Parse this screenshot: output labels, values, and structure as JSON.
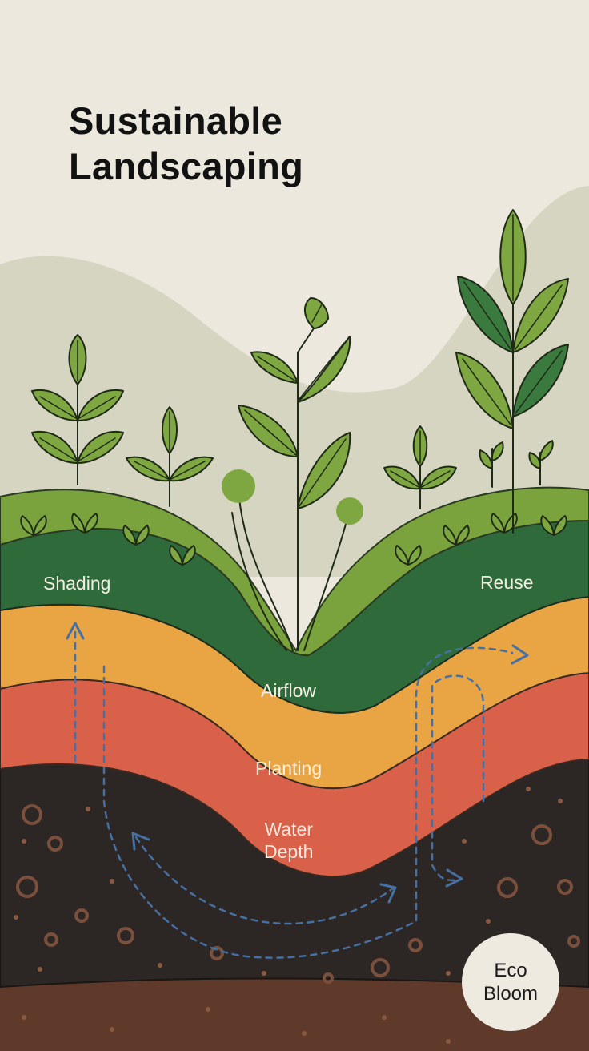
{
  "title": {
    "line1": "Sustainable",
    "line2": "Landscaping"
  },
  "labels": {
    "shading": "Shading",
    "reuse": "Reuse",
    "airflow": "Airflow",
    "planting": "Planting",
    "water_depth_line1": "Water",
    "water_depth_line2": "Depth"
  },
  "badge": {
    "line1": "Eco",
    "line2": "Bloom"
  },
  "icons": [
    "leaf-icon",
    "sprout-icon",
    "arrow-icon"
  ],
  "colors": {
    "sky": "#ece8dd",
    "hill": "#d6d5c1",
    "grass": "#7aa33e",
    "dark_green": "#2f6b3a",
    "orange": "#e9a444",
    "red": "#d9614a",
    "soil": "#2c2725",
    "bottom_soil": "#5f3a2a",
    "leaf_light": "#7ea742",
    "leaf_dark": "#3b7a3e",
    "arrow": "#4670a3",
    "badge": "#efeadf",
    "label_light": "#f3efe3",
    "label_dark": "#1a1a1a"
  }
}
